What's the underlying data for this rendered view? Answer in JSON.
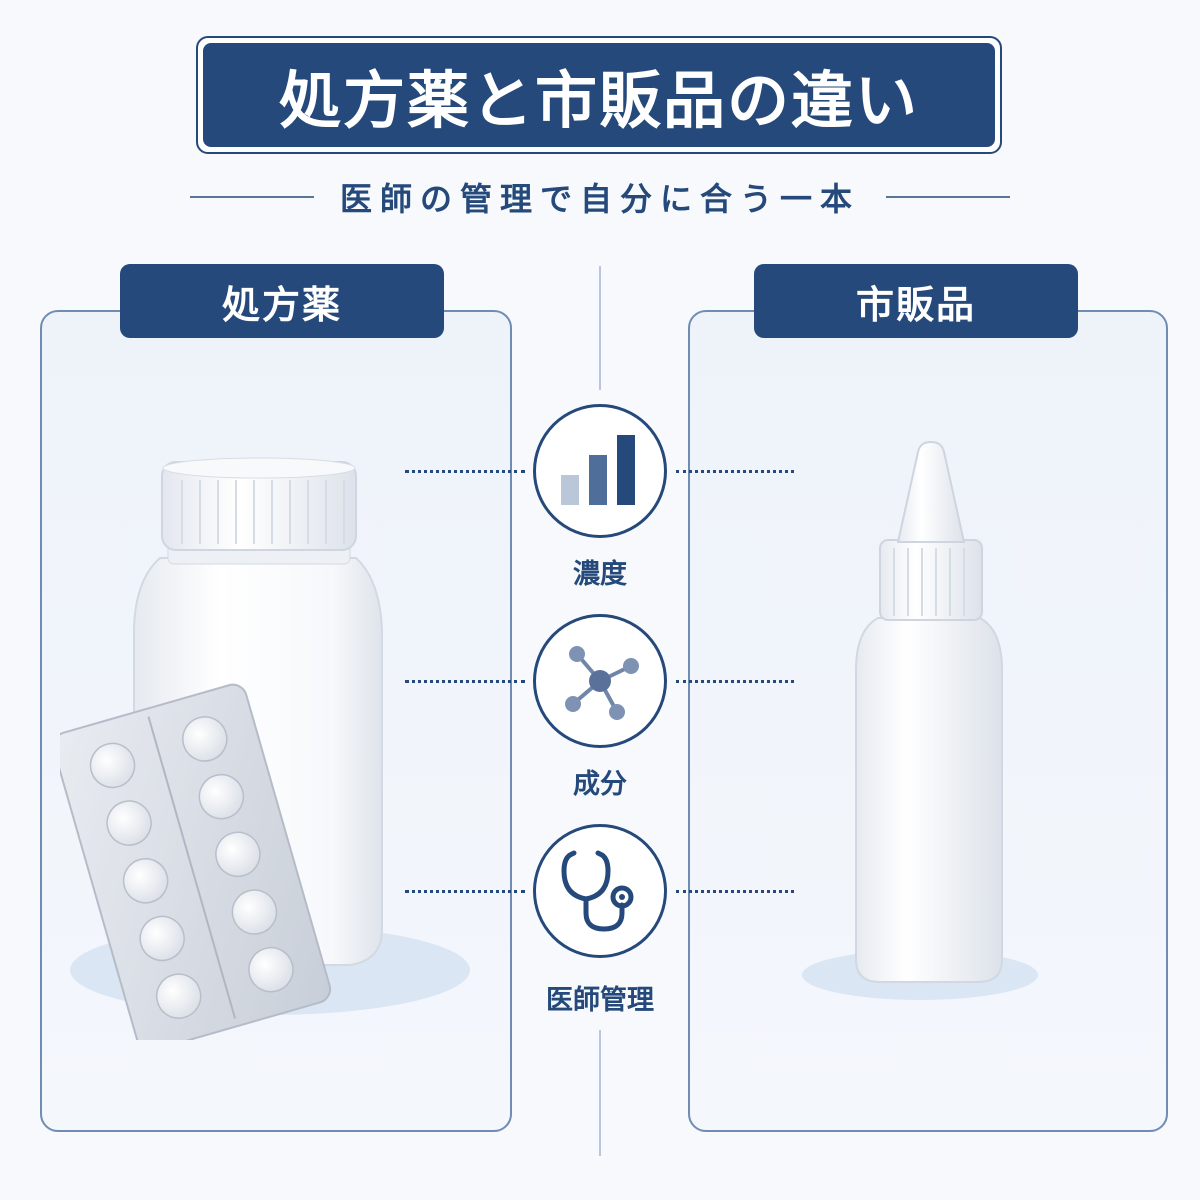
{
  "title": "処方薬と市販品の違い",
  "subtitle": "医師の管理で自分に合う一本",
  "panels": {
    "left_label": "処方薬",
    "right_label": "市販品"
  },
  "features": [
    {
      "label": "濃度",
      "icon": "bar-chart-icon"
    },
    {
      "label": "成分",
      "icon": "molecule-icon"
    },
    {
      "label": "医師管理",
      "icon": "stethoscope-icon"
    }
  ],
  "colors": {
    "primary": "#24497a",
    "panel_border": "#6f8db4",
    "panel_bg": "#eef3fa"
  }
}
